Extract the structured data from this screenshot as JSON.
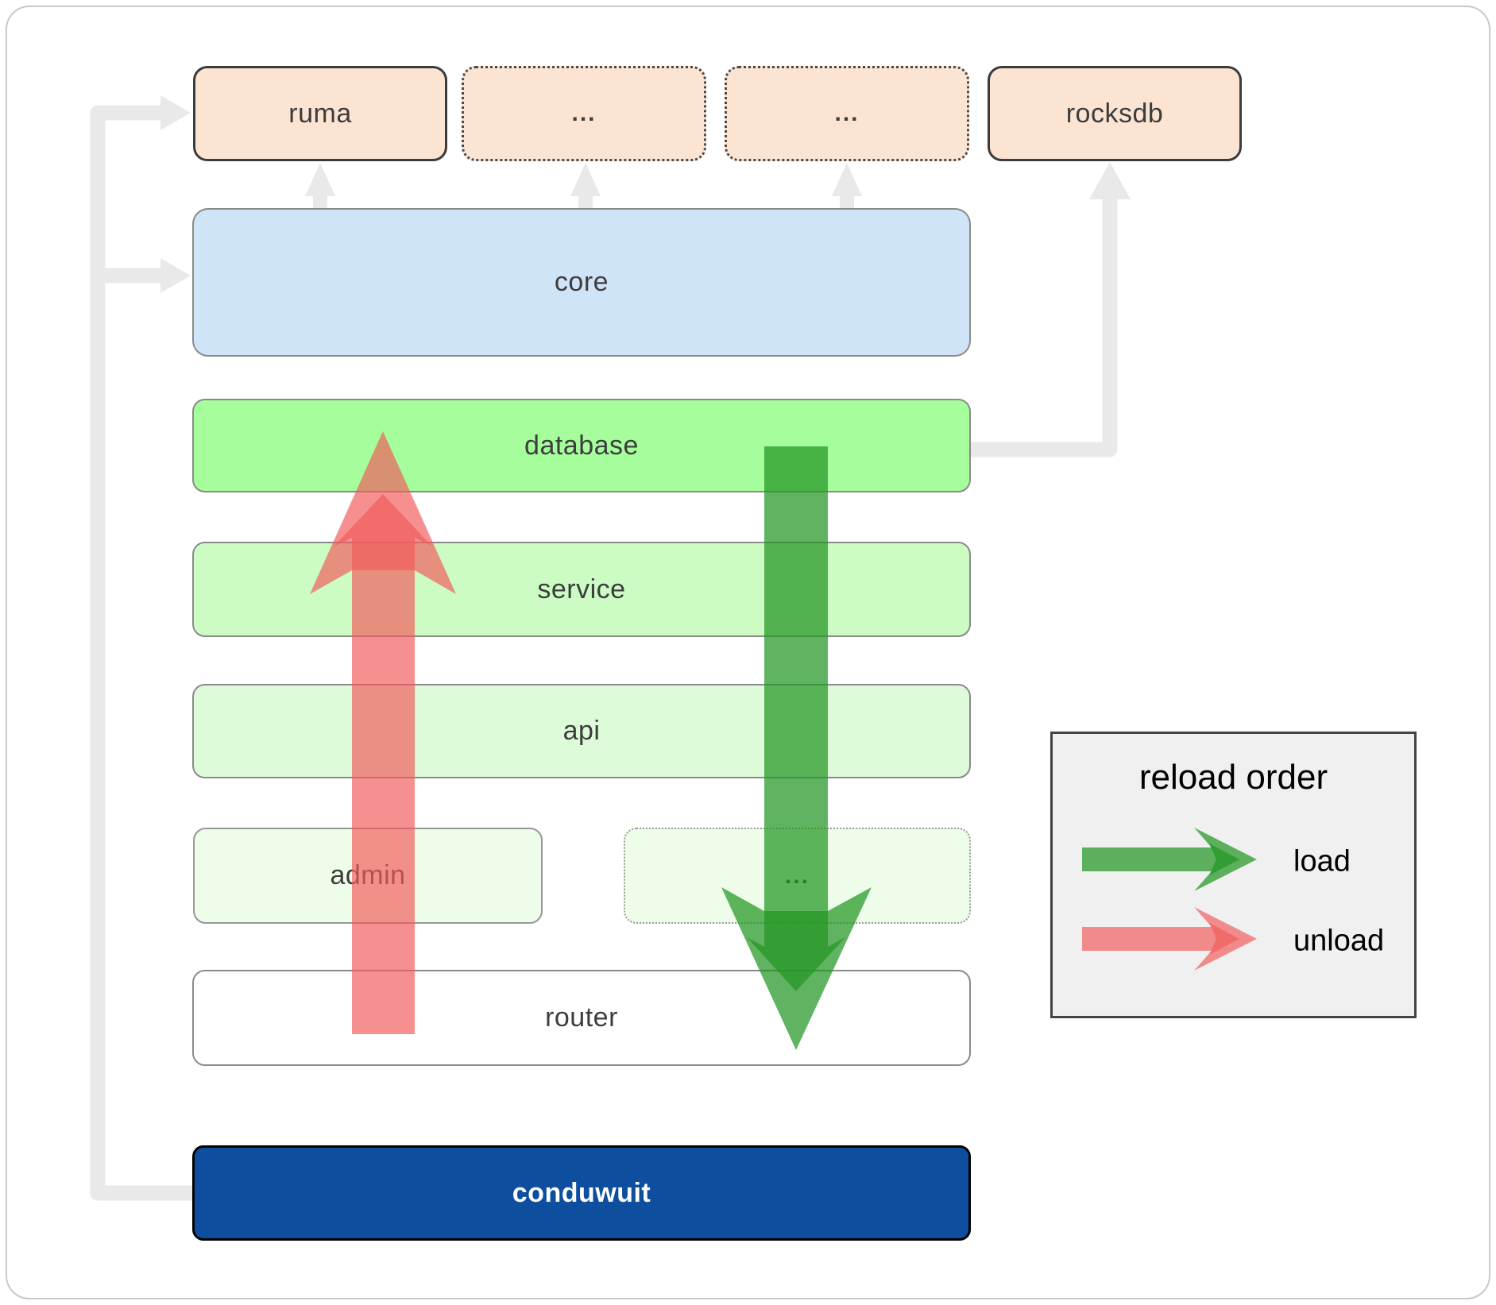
{
  "diagram": {
    "top_row": {
      "ruma": "ruma",
      "dots1": "...",
      "dots2": "...",
      "rocksdb": "rocksdb"
    },
    "layers": {
      "core": "core",
      "database": "database",
      "service": "service",
      "api": "api",
      "admin": "admin",
      "dots3": "...",
      "router": "router",
      "conduwuit": "conduwuit"
    }
  },
  "legend": {
    "title": "reload order",
    "load_label": "load",
    "unload_label": "unload"
  },
  "colors": {
    "load_arrow": "#239523",
    "unload_arrow": "#f25c5c",
    "connector_gray": "#e9e9e9",
    "peach": "#fce4d2",
    "core_blue": "#d0e4f7",
    "database_green": "#a5fd9b",
    "service_green": "#ccfcc4",
    "api_green": "#defbd9",
    "admin_green": "#edfde9",
    "conduwuit_blue": "#0d4f9e",
    "legend_bg": "#f0f0f0"
  }
}
